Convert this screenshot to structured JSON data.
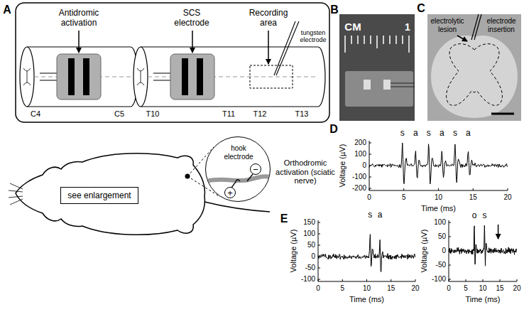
{
  "diagram": {
    "nodes": [
      {
        "text": [
          "see enlargement"
        ]
      },
      {
        "text": [
          "hook electrode"
        ]
      },
      {
        "text": [
          "+"
        ],
        "in": 1
      },
      {
        "text": [
          "−"
        ],
        "in": 1
      }
    ],
    "labels": [
      "A",
      "Antidromic activation",
      "SCS electrode",
      "Recording area",
      "tungsten electrode",
      "C4",
      "C5",
      "T10",
      "T11",
      "T12",
      "T13",
      "Orthodromic activation (sciatic nerve)",
      "B",
      "CM",
      "1",
      "C",
      "electrolytic lesion",
      "electrode insertion",
      "D",
      "s",
      "a",
      "s",
      "a",
      "s",
      "a",
      "Voltage (µV)",
      "200",
      "100",
      "0",
      "-100",
      "-200",
      "0",
      "5",
      "10",
      "15",
      "20",
      "Time (ms)",
      "E",
      "s",
      "a",
      "Voltage (µV)",
      "150",
      "100",
      "50",
      "0",
      "-50",
      "-100",
      "0",
      "5",
      "10",
      "15",
      "20",
      "Time (ms)",
      "o",
      "s",
      "Voltage (µV)",
      "100",
      "50",
      "0",
      "-50",
      "-100",
      "0",
      "5",
      "10",
      "15",
      "20",
      "Time (ms)"
    ]
  }
}
